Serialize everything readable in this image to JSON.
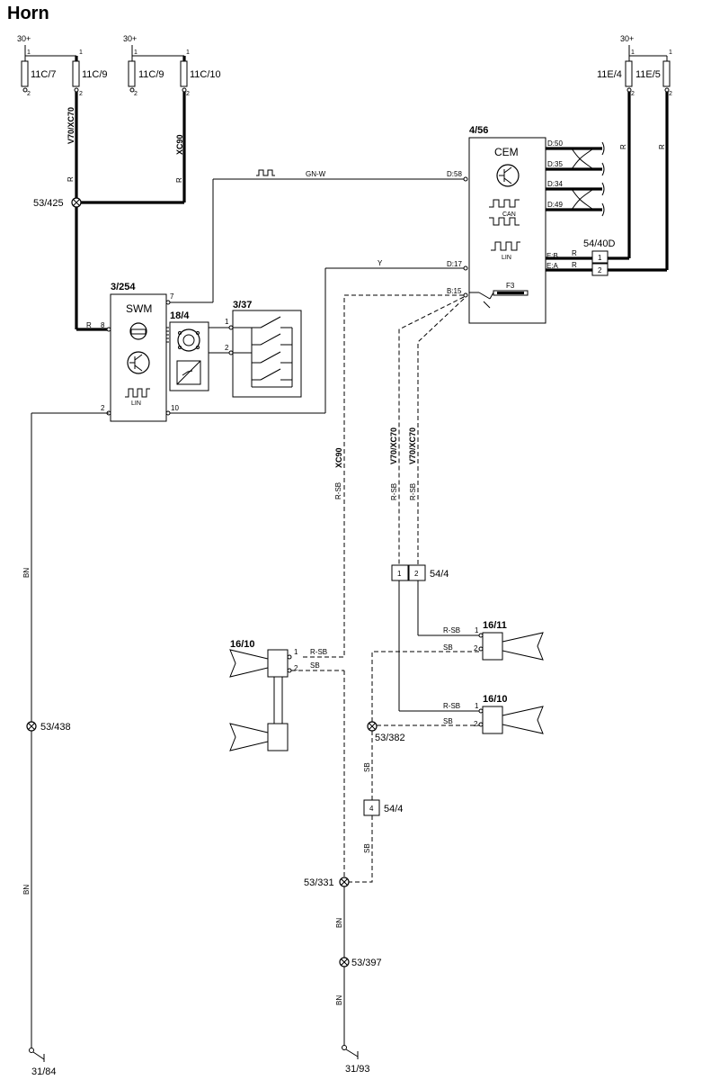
{
  "title": "Horn",
  "supply": {
    "left1": "30+",
    "left2": "30+",
    "right": "30+"
  },
  "fuses": {
    "f_11c7": "11C/7",
    "f_11c9a": "11C/9",
    "f_11c9b": "11C/9",
    "f_11c10": "11C/10",
    "f_11e4": "11E/4",
    "f_11e5": "11E/5"
  },
  "pins": {
    "p1": "1",
    "p2": "2",
    "p4": "4",
    "p7": "7",
    "p8": "8",
    "p10": "10"
  },
  "variants": {
    "v70": "V70/XC70",
    "xc90": "XC90"
  },
  "wires": {
    "r": "R",
    "gn_w": "GN-W",
    "y": "Y",
    "bn": "BN",
    "r_sb": "R-SB",
    "sb": "SB"
  },
  "splices": {
    "s53_425": "53/425",
    "s53_438": "53/438",
    "s53_382": "53/382",
    "s53_331": "53/331",
    "s53_397": "53/397"
  },
  "grounds": {
    "g31_84": "31/84",
    "g31_93": "31/93"
  },
  "components": {
    "cem_id": "4/56",
    "cem_name": "CEM",
    "cem_can": "CAN",
    "cem_lin": "LIN",
    "cem_fuse": "F3",
    "cem_pins": {
      "d50": "D:50",
      "d35": "D:35",
      "d34": "D:34",
      "d49": "D:49",
      "d58": "D:58",
      "d17": "D:17",
      "b15": "B:15",
      "eb": "E:B",
      "ea": "E:A"
    },
    "swm_id": "3/254",
    "swm_name": "SWM",
    "swm_lin": "LIN",
    "c18_4": "18/4",
    "c3_37": "3/37",
    "c54_40d": "54/40D",
    "c54_4": "54/4",
    "c16_11": "16/11",
    "c16_10": "16/10"
  }
}
